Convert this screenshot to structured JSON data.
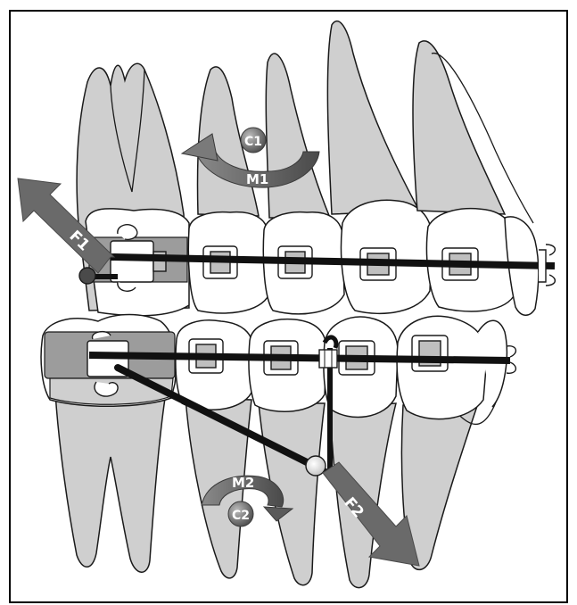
{
  "labels": {
    "force_1": "F1",
    "force_2": "F2",
    "moment_1": "M1",
    "moment_2": "M2",
    "center_1": "C1",
    "center_2": "C2"
  },
  "colors": {
    "tooth_fill": "#ffffff",
    "tooth_shade": "#cfcfcf",
    "gum_shade": "#9c9c9c",
    "outline": "#1a1a1a",
    "wire": "#111111",
    "arrow": "#5b5b5b",
    "bracket_fill": "#bfbfbf"
  }
}
